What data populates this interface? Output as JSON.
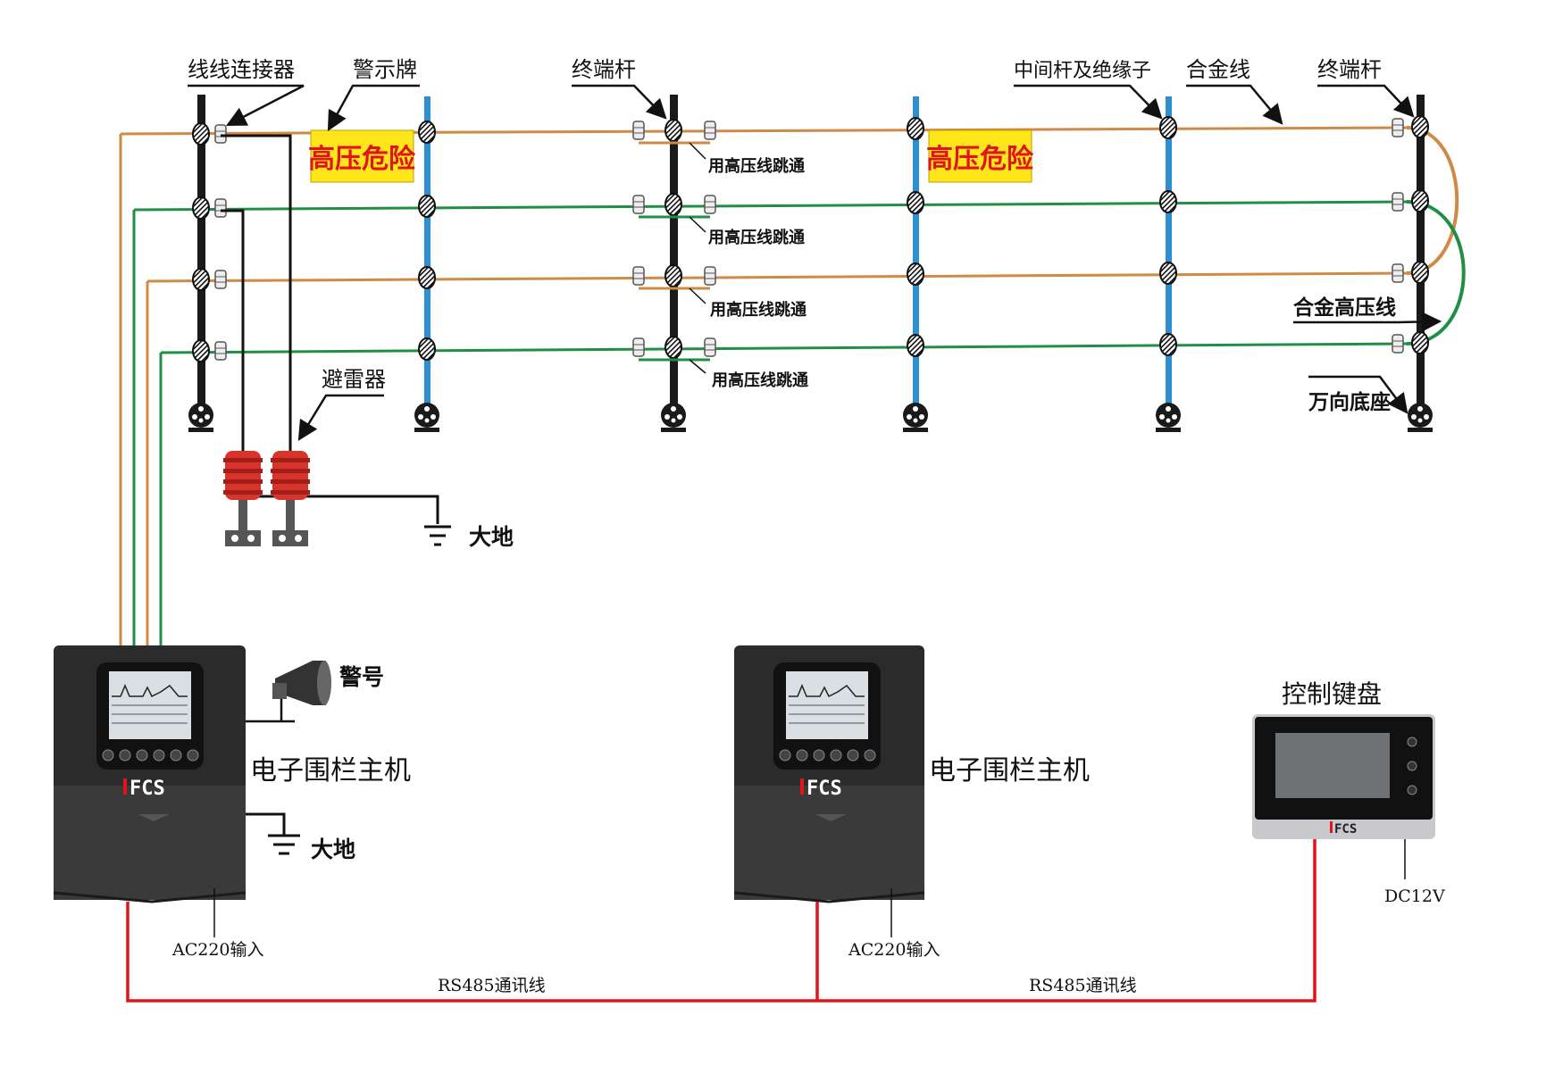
{
  "labels": {
    "wire_connector": "线线连接器",
    "warning_sign": "警示牌",
    "end_pole_left": "终端杆",
    "mid_pole_insulator": "中间杆及绝缘子",
    "alloy_wire": "合金线",
    "end_pole_right": "终端杆",
    "jumper": "用高压线跳通",
    "alloy_hv_wire": "合金高压线",
    "universal_base": "万向底座",
    "lightning_arrester": "避雷器",
    "ground": "大地",
    "siren": "警号",
    "host_1": "电子围栏主机",
    "host_2": "电子围栏主机",
    "ac_input": "AC220输入",
    "rs485": "RS485通讯线",
    "keyboard": "控制键盘",
    "dc12v": "DC12V"
  },
  "signs": [
    "高压危险",
    "高压危险"
  ],
  "brand": "FCS",
  "colors": {
    "orange_wire": "#d08a46",
    "green_wire": "#1f8f45",
    "blue_pole": "#2d8fd0",
    "black_pole": "#1a1a1a",
    "red_line": "#e0151c",
    "sign_bg": "#ffe61a",
    "arrester": "#d9342b",
    "host_body": "#2b2b2b"
  }
}
